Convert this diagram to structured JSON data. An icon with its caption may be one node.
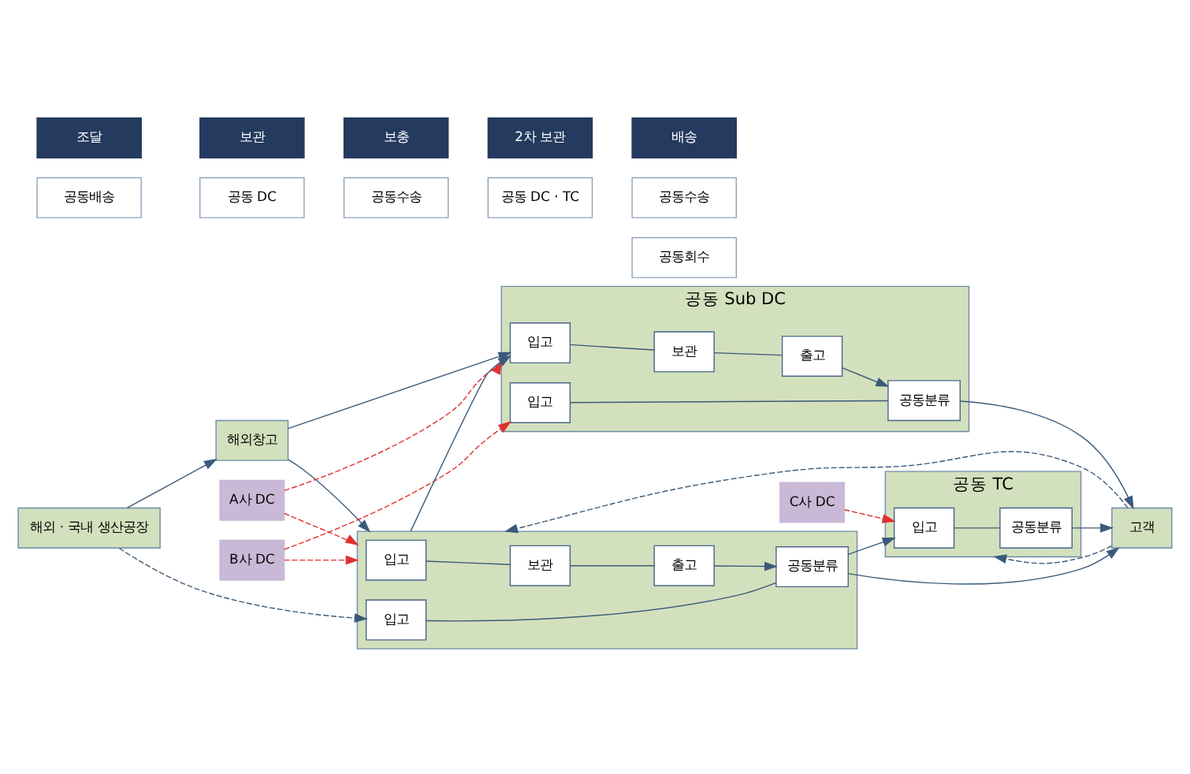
{
  "diagram": {
    "nodes": [
      {
        "text": [
          "조달"
        ]
      },
      {
        "text": [
          "보관"
        ]
      },
      {
        "text": [
          "보충"
        ]
      },
      {
        "text": [
          "2차 보관"
        ]
      },
      {
        "text": [
          "배송"
        ]
      },
      {
        "text": [
          "공동배송"
        ]
      },
      {
        "text": [
          "공동 DC"
        ]
      },
      {
        "text": [
          "공동수송"
        ]
      },
      {
        "text": [
          "공동 DC · TC"
        ]
      },
      {
        "text": [
          "공동수송"
        ]
      },
      {
        "text": [
          "공동회수"
        ]
      },
      {
        "text": [
          "해외 · 국내 생산공장"
        ]
      },
      {
        "text": [
          "해외창고"
        ]
      },
      {
        "text": [
          "A사 DC"
        ]
      },
      {
        "text": [
          "B사 DC"
        ]
      },
      {
        "text": [],
        "shape": "box"
      },
      {
        "text": [
          "입고"
        ],
        "in": 15
      },
      {
        "text": [
          "보관"
        ],
        "in": 15
      },
      {
        "text": [
          "출고"
        ],
        "in": 15
      },
      {
        "text": [
          "입고"
        ],
        "in": 15
      },
      {
        "text": [
          "공동분류"
        ],
        "in": 15
      },
      {
        "text": [
          "공동 Sub DC"
        ]
      },
      {
        "text": [
          "입고"
        ],
        "in": 21
      },
      {
        "text": [
          "보관"
        ],
        "in": 21
      },
      {
        "text": [
          "출고"
        ],
        "in": 21
      },
      {
        "text": [
          "입고"
        ],
        "in": 21
      },
      {
        "text": [
          "공동분류"
        ],
        "in": 21
      },
      {
        "text": [
          "C사 DC"
        ]
      },
      {
        "text": [
          "공동 TC"
        ]
      },
      {
        "text": [
          "입고"
        ],
        "in": 28
      },
      {
        "text": [
          "공동분류"
        ],
        "in": 28
      },
      {
        "text": [
          "고객"
        ]
      }
    ],
    "edges": [
      {
        "from": 11,
        "to": 12,
        "arrow": "to"
      },
      {
        "from": 11,
        "to": 19,
        "arrow": "to",
        "style": "dashed"
      },
      {
        "from": 12,
        "to": 15,
        "arrow": "to"
      },
      {
        "from": 12,
        "to": 22,
        "arrow": "to"
      },
      {
        "from": 15,
        "to": 22,
        "arrow": "to"
      },
      {
        "from": 13,
        "to": 15,
        "arrow": "to",
        "style": "dashed",
        "color": "#e03030"
      },
      {
        "from": 13,
        "to": 21,
        "arrow": "to",
        "style": "dashed",
        "color": "#e03030"
      },
      {
        "from": 14,
        "to": 15,
        "arrow": "to",
        "style": "dashed",
        "color": "#e03030"
      },
      {
        "from": 14,
        "to": 25,
        "arrow": "to",
        "style": "dashed",
        "color": "#e03030"
      },
      {
        "from": 16,
        "to": 17,
        "arrow": "none"
      },
      {
        "from": 17,
        "to": 18,
        "arrow": "none"
      },
      {
        "from": 18,
        "to": 20,
        "arrow": "to"
      },
      {
        "from": 19,
        "to": 20,
        "arrow": "none"
      },
      {
        "from": 22,
        "to": 23,
        "arrow": "none"
      },
      {
        "from": 23,
        "to": 24,
        "arrow": "none"
      },
      {
        "from": 24,
        "to": 26,
        "arrow": "to"
      },
      {
        "from": 25,
        "to": 26,
        "arrow": "none"
      },
      {
        "from": 26,
        "to": 31,
        "arrow": "to"
      },
      {
        "from": 27,
        "to": 29,
        "arrow": "to",
        "style": "dashed",
        "color": "#e03030"
      },
      {
        "from": 20,
        "to": 29,
        "arrow": "to"
      },
      {
        "from": 29,
        "to": 30,
        "arrow": "none"
      },
      {
        "from": 30,
        "to": 31,
        "arrow": "to"
      },
      {
        "from": 20,
        "to": 31,
        "arrow": "to"
      },
      {
        "from": 31,
        "to": 28,
        "arrow": "to",
        "style": "dashed"
      },
      {
        "from": 31,
        "to": 15,
        "arrow": "to",
        "style": "dashed"
      }
    ]
  }
}
